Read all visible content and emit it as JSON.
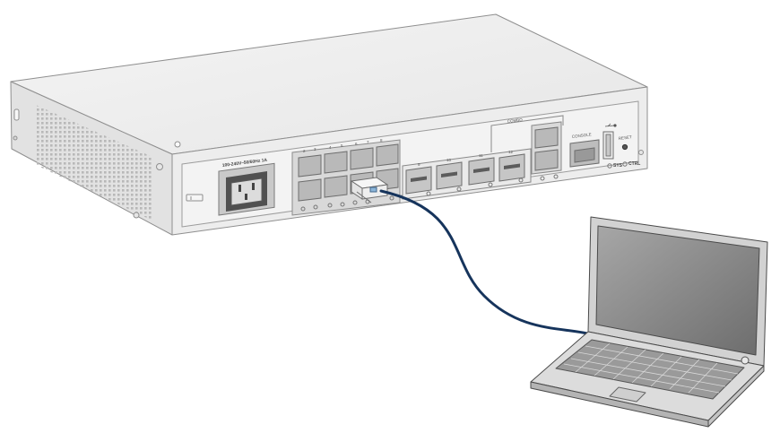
{
  "device": {
    "power_label": "100-240V~",
    "power_rating": "50/60Hz 1A",
    "combo_label": "COMBO",
    "console_label": "CONSOLE",
    "reset_label": "RESET",
    "sys_led_label": "SYS",
    "ctrl_led_label": "CTRL",
    "port_numbers": [
      "2",
      "3",
      "4",
      "5",
      "6",
      "7",
      "8"
    ],
    "sfp_labels": [
      "9",
      "10",
      "11",
      "12"
    ]
  },
  "colors": {
    "chassis": "#ececec",
    "chassis_edge": "#9a9a9a",
    "cable": "#16345c",
    "laptop_body": "#d8d8d8",
    "screen": "#8c8c8c"
  },
  "icons": [
    "usb-icon",
    "grounding-icon",
    "laptop-icon",
    "ethernet-cable-icon"
  ]
}
